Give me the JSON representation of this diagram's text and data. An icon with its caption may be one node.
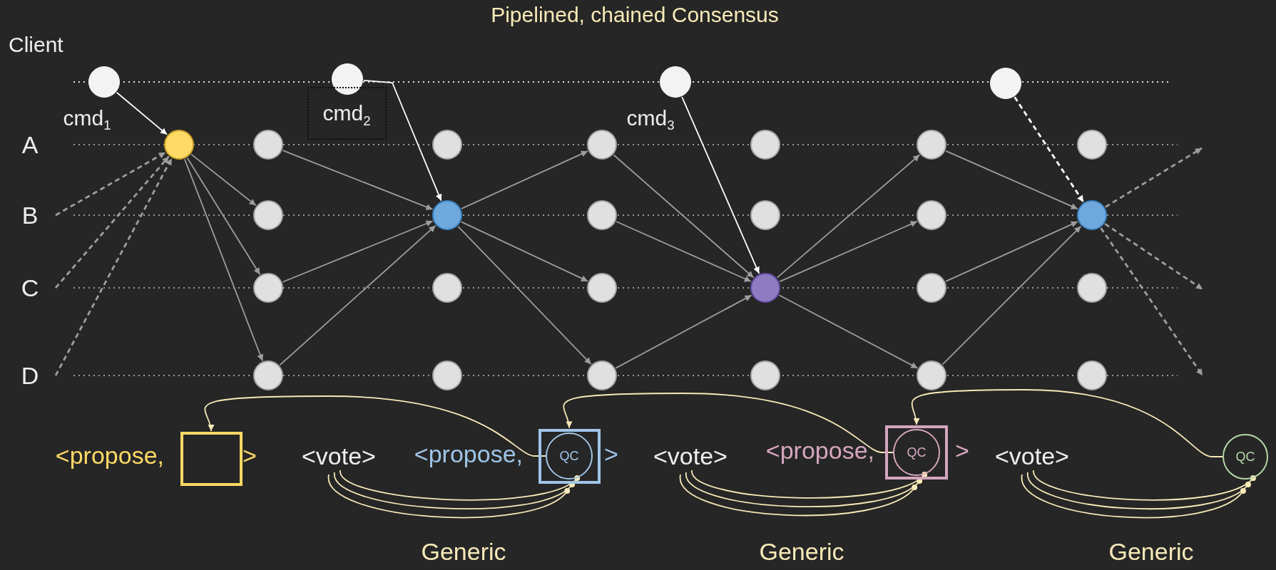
{
  "diagram": {
    "title": "Pipelined, chained Consensus",
    "nodes": [
      {
        "text": [],
        "shape": "circle",
        "beside": [
          "cmd$_{1}$"
        ]
      },
      {
        "text": [],
        "shape": "circle"
      },
      {
        "text": [],
        "shape": "circle",
        "beside": [
          "cmd$_{3}$"
        ]
      },
      {
        "text": [],
        "shape": "circle"
      },
      {
        "text": [
          "cmd$_{2}$"
        ]
      },
      {
        "text": [],
        "shape": "circle"
      },
      {
        "text": [],
        "shape": "circle"
      },
      {
        "text": [],
        "shape": "circle"
      },
      {
        "text": [],
        "shape": "circle"
      },
      {
        "text": [],
        "shape": "circle"
      },
      {
        "text": [],
        "shape": "circle"
      },
      {
        "text": [],
        "shape": "circle"
      },
      {
        "text": [],
        "shape": "circle"
      },
      {
        "text": [],
        "shape": "circle"
      },
      {
        "text": [],
        "shape": "circle"
      },
      {
        "text": [],
        "shape": "circle"
      },
      {
        "text": [],
        "shape": "circle"
      },
      {
        "text": [],
        "shape": "circle"
      },
      {
        "text": [],
        "shape": "circle"
      },
      {
        "text": [],
        "shape": "circle"
      },
      {
        "text": [],
        "shape": "circle"
      },
      {
        "text": [],
        "shape": "circle"
      },
      {
        "text": [],
        "shape": "circle"
      },
      {
        "text": [],
        "shape": "circle"
      },
      {
        "text": [],
        "shape": "circle"
      },
      {
        "text": [],
        "shape": "circle"
      },
      {
        "text": [],
        "shape": "circle"
      },
      {
        "text": [],
        "shape": "circle"
      },
      {
        "text": [],
        "shape": "circle"
      },
      {
        "text": [],
        "shape": "circle"
      },
      {
        "text": [],
        "shape": "box",
        "beside": [
          "<propose,",
          ">"
        ]
      },
      {
        "text": [
          "<vote>"
        ]
      },
      {
        "text": [],
        "shape": "box",
        "beside": [
          "<propose,",
          ">"
        ]
      },
      {
        "text": [
          "QC"
        ],
        "in": 32
      },
      {
        "text": [
          "<vote>"
        ]
      },
      {
        "text": [],
        "shape": "box",
        "beside": [
          "<propose,",
          ">"
        ]
      },
      {
        "text": [
          "QC"
        ],
        "in": 35
      },
      {
        "text": [
          "<vote>"
        ]
      },
      {
        "text": [
          "QC"
        ]
      }
    ],
    "edges": [
      {
        "from": 0,
        "to": 5,
        "arrow": "to",
        "color": "#ffffff"
      },
      {
        "from": 1,
        "to": 11,
        "arrow": "to",
        "color": "#ffffff"
      },
      {
        "from": 2,
        "to": 20,
        "arrow": "to",
        "color": "#ffffff"
      },
      {
        "from": 3,
        "to": 27,
        "arrow": "to",
        "color": "#ffffff",
        "style": "dashed"
      },
      {
        "from": null,
        "to": 5,
        "arrow": "to",
        "style": "dashed"
      },
      {
        "from": null,
        "to": 5,
        "arrow": "to",
        "style": "dashed"
      },
      {
        "from": null,
        "to": 5,
        "arrow": "to",
        "style": "dashed"
      },
      {
        "from": 5,
        "to": 7,
        "arrow": "to"
      },
      {
        "from": 5,
        "to": 8,
        "arrow": "to"
      },
      {
        "from": 5,
        "to": 9,
        "arrow": "to"
      },
      {
        "from": 6,
        "to": 11,
        "arrow": "to"
      },
      {
        "from": 8,
        "to": 11,
        "arrow": "to"
      },
      {
        "from": 9,
        "to": 11,
        "arrow": "to"
      },
      {
        "from": 11,
        "to": 14,
        "arrow": "to"
      },
      {
        "from": 11,
        "to": 16,
        "arrow": "to"
      },
      {
        "from": 11,
        "to": 17,
        "arrow": "to"
      },
      {
        "from": 14,
        "to": 20,
        "arrow": "to"
      },
      {
        "from": 15,
        "to": 20,
        "arrow": "to"
      },
      {
        "from": 17,
        "to": 20,
        "arrow": "to"
      },
      {
        "from": 20,
        "to": 22,
        "arrow": "to"
      },
      {
        "from": 20,
        "to": 23,
        "arrow": "to"
      },
      {
        "from": 20,
        "to": 25,
        "arrow": "to"
      },
      {
        "from": 22,
        "to": 27,
        "arrow": "to"
      },
      {
        "from": 24,
        "to": 27,
        "arrow": "to"
      },
      {
        "from": 25,
        "to": 27,
        "arrow": "to"
      },
      {
        "from": 27,
        "to": null,
        "arrow": "to",
        "style": "dashed"
      },
      {
        "from": 27,
        "to": null,
        "arrow": "to",
        "style": "dashed"
      },
      {
        "from": 27,
        "to": null,
        "arrow": "to",
        "style": "dashed"
      },
      {
        "from": 33,
        "to": 30,
        "arrow": "to",
        "color": "#f7eab8"
      },
      {
        "from": 36,
        "to": 32,
        "arrow": "to",
        "color": "#f7eab8"
      },
      {
        "from": 38,
        "to": 35,
        "arrow": "to",
        "color": "#f7eab8"
      },
      {
        "from": 31,
        "to": 33,
        "arrow": "other",
        "color": "#f7eab8"
      },
      {
        "from": 31,
        "to": 33,
        "arrow": "other",
        "color": "#f7eab8"
      },
      {
        "from": 31,
        "to": 33,
        "arrow": "other",
        "color": "#f7eab8"
      },
      {
        "from": 34,
        "to": 36,
        "arrow": "other",
        "color": "#f7eab8"
      },
      {
        "from": 34,
        "to": 36,
        "arrow": "other",
        "color": "#f7eab8"
      },
      {
        "from": 34,
        "to": 36,
        "arrow": "other",
        "color": "#f7eab8"
      },
      {
        "from": 37,
        "to": 38,
        "arrow": "other",
        "color": "#f7eab8"
      },
      {
        "from": 37,
        "to": 38,
        "arrow": "other",
        "color": "#f7eab8"
      },
      {
        "from": 37,
        "to": 38,
        "arrow": "other",
        "color": "#f7eab8"
      }
    ],
    "labels": [
      "Client",
      "A",
      "B",
      "C",
      "D",
      "Generic",
      "Generic",
      "Generic"
    ]
  }
}
